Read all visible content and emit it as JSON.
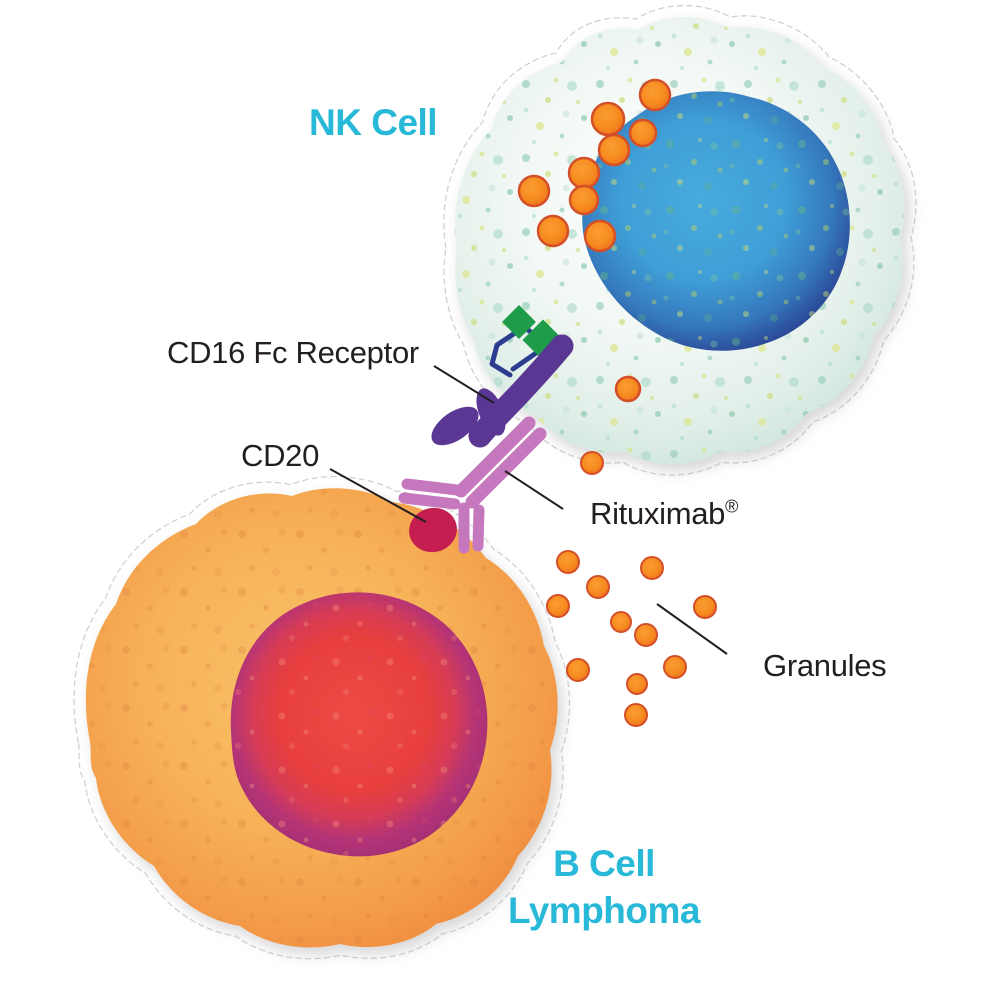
{
  "labels": {
    "nk_cell": "NK Cell",
    "cd16_fc_receptor": "CD16 Fc Receptor",
    "cd20": "CD20",
    "rituximab": "Rituximab",
    "registered_mark": "®",
    "granules": "Granules",
    "b_cell_line1": "B Cell",
    "b_cell_line2": "Lymphoma"
  },
  "colors": {
    "label_accent_cyan": "#28b8d8",
    "label_text_black": "#231f20",
    "nk_cytoplasm_teal": "#dcEDe7",
    "nk_nucleus_blue": "#3f9ed6",
    "nk_nucleus_edge_navy": "#2a4390",
    "granule_orange": "#f68b1f",
    "granule_outline": "#d44f27",
    "b_cell_orange": "#f39c49",
    "b_nucleus_red": "#e83f3d",
    "b_nucleus_rim_magenta": "#9e2e74",
    "cd20_crimson": "#c41d50",
    "antibody_orchid": "#c678be",
    "receptor_purple": "#5b3794",
    "receptor_loop_navy": "#2c3d8f",
    "receptor_diamond_green": "#1f9c49"
  }
}
